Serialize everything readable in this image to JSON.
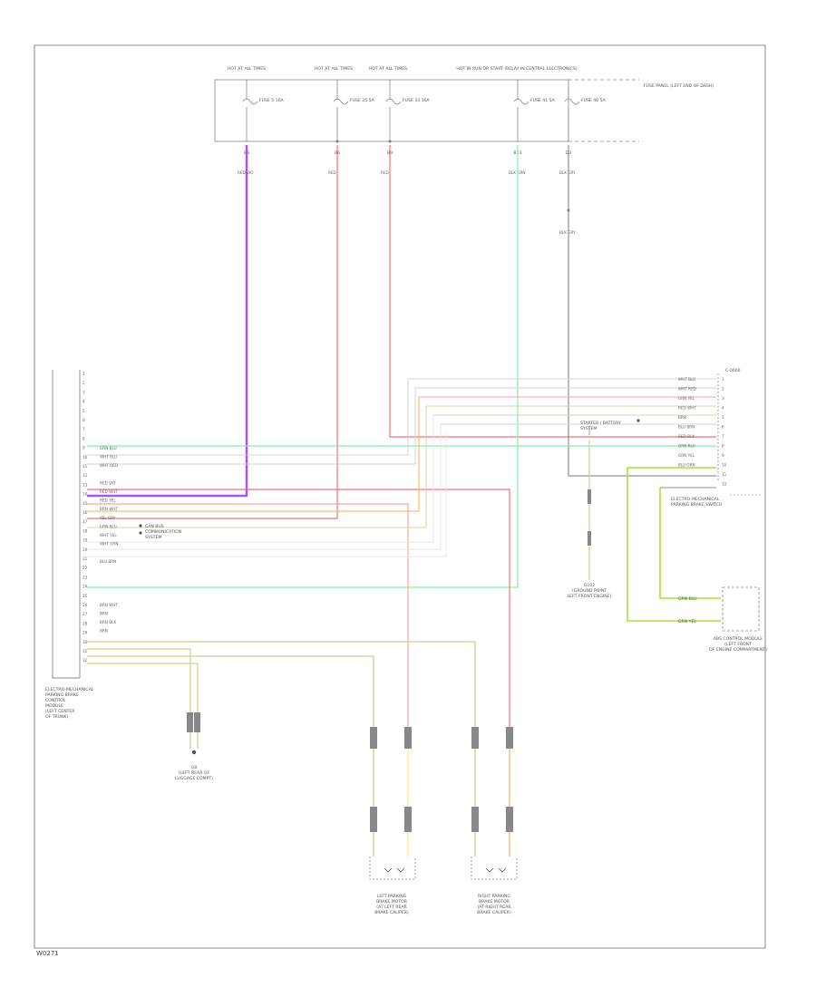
{
  "footer_code": "W0271",
  "colors": {
    "violet": "#a855f7",
    "red": "#f87171",
    "pink": "#fca5a5",
    "green": "#86efac",
    "lime": "#a3e635",
    "dark_gray": "#777777",
    "light_gray": "#d1d5db",
    "olive": "#d9d7a3",
    "tan": "#e8d9a8",
    "orange": "#fdba74",
    "yellow_light": "#fef08a",
    "frame": "#888888"
  },
  "fuse_box": {
    "headers": [
      "HOT AT ALL TIMES",
      "HOT AT ALL TIMES",
      "HOT AT ALL TIMES",
      "HOT IN RUN OR START (RELAY IN CENTRAL ELECTRONICS)"
    ],
    "fuse_labels": [
      "FUSE 5 10A",
      "FUSE 25 5A",
      "FUSE 33 10A",
      "FUSE 41 5A",
      "FUSE 40 5A"
    ],
    "side_label": "FUSE PANEL (LEFT END OF DASH)",
    "pins": [
      "B5",
      "B6",
      "B9",
      "B13",
      "D3"
    ],
    "wire_labels": [
      "RED VIO",
      "RED",
      "RED",
      "BLK GRN",
      "BLK GRY"
    ],
    "splice_label": "BLK GRY"
  },
  "ecu": {
    "caption": [
      "ELECTRO-MECHANICAL",
      "PARKING BRAKE",
      "CONTROL",
      "MODULE",
      "(LEFT CENTER",
      "OF TRUNK)"
    ],
    "pin_numbers": [
      "1",
      "2",
      "3",
      "4",
      "5",
      "6",
      "7",
      "8",
      "9",
      "10",
      "11",
      "12",
      "13",
      "14",
      "15",
      "16",
      "17",
      "18",
      "19",
      "20",
      "21",
      "22",
      "23",
      "24",
      "25",
      "26",
      "27",
      "28",
      "29",
      "30",
      "31",
      "32"
    ],
    "wire_labels": [
      "GRN BLU",
      "WHT BLU",
      "WHT RED",
      "",
      "RED VIO",
      "RED WHT",
      "RED YEL",
      "BRN WHT",
      "YEL GRY",
      "GRN BLU",
      "WHT YEL",
      "WHT GRN",
      "",
      "BLU BRN",
      "",
      "",
      "",
      "",
      "BRN WHT",
      "BRN",
      "BRN BLK",
      "BRN"
    ]
  },
  "can_note": [
    "CAN BUS",
    "COMMUNICATION",
    "SYSTEM"
  ],
  "right_connector": {
    "label": "C-0000",
    "wire_labels": [
      "WHT BLU",
      "WHT RED",
      "GRN YEL",
      "RED WHT",
      "BRN",
      "BLU BRN",
      "RED BLK",
      "GRN BLU",
      "GRN YEL",
      "BLU GRN"
    ],
    "pin_numbers": [
      "1",
      "2",
      "3",
      "4",
      "5",
      "6",
      "7",
      "8",
      "9",
      "10",
      "11",
      "12"
    ]
  },
  "parking_switch": {
    "title": [
      "ELECTRO-MECHANICAL",
      "PARKING BRAKE SWITCH"
    ]
  },
  "ground_note": [
    "STARTER / BATTERY",
    "SYSTEM"
  ],
  "ground_center": {
    "label": [
      "G102",
      "(GROUND POINT",
      "LEFT FRONT ENGINE)"
    ]
  },
  "control_module": {
    "label": [
      "ABS CONTROL MODULE",
      "(LEFT FRONT",
      "OF ENGINE COMPARTMENT)"
    ],
    "wire_labels": [
      "GRN BLU",
      "GRN YEL"
    ]
  },
  "ground_left": {
    "label": [
      "G8",
      "(LEFT REAR OF",
      "LUGGAGE COMPT)"
    ]
  },
  "left_motor": {
    "label": [
      "LEFT PARKING",
      "BRAKE MOTOR",
      "(AT LEFT REAR",
      "BRAKE CALIPER)"
    ]
  },
  "right_motor": {
    "label": [
      "RIGHT PARKING",
      "BRAKE MOTOR",
      "(AT RIGHT REAR",
      "BRAKE CALIPER)"
    ]
  }
}
